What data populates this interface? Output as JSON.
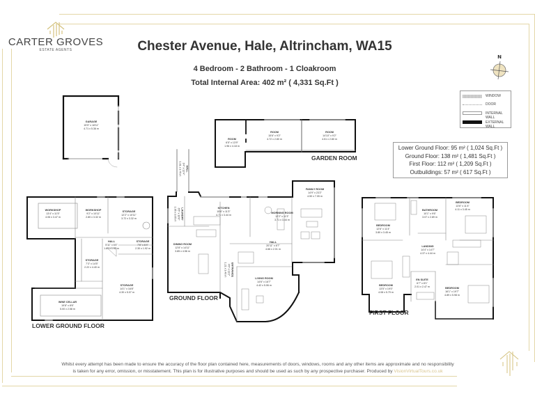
{
  "brand": {
    "name": "CARTER GROVES",
    "sub": "ESTATE AGENTS",
    "accent_color": "#d4c27e"
  },
  "header": {
    "title": "Chester Avenue, Hale, Altrincham, WA15",
    "subtitle": "4 Bedroom  -  2 Bathroom - 1 Cloakroom",
    "total_area": "Total Internal Area: 402 m² ( 4,331 Sq.Ft )"
  },
  "compass": {
    "label": "N"
  },
  "legend": {
    "items": [
      {
        "icon": "window-swatch",
        "label": "WINDOW"
      },
      {
        "icon": "door-swatch",
        "label": "DOOR"
      },
      {
        "icon": "internal-wall-swatch",
        "label": "INTERNAL WALL"
      },
      {
        "icon": "external-wall-swatch",
        "label": "EXTERNAL WALL"
      }
    ]
  },
  "areas": {
    "lower_ground": "Lower Ground Floor: 95 m² ( 1,024 Sq.Ft )",
    "ground": "Ground Floor: 138 m² ( 1,481 Sq.Ft )",
    "first": "First Floor: 112 m² ( 1,209 Sq.Ft )",
    "outbuildings": "Outbuildings: 57 m² ( 617 Sq.Ft )"
  },
  "floors": {
    "lower_ground": {
      "label": "LOWER GROUND FLOOR",
      "rooms": [
        {
          "name": "WORKSHOP",
          "imperial": "13'4\" x 11'5\"",
          "metric": "4.06 x 3.47 m"
        },
        {
          "name": "WORKSHOP",
          "imperial": "9'2\" x 10'11\"",
          "metric": "2.80 x 3.32 m"
        },
        {
          "name": "STORAGE",
          "imperial": "12'2\" x 10'11\"",
          "metric": "3.72 x 3.32 m"
        },
        {
          "name": "HALL",
          "imperial": "5'11\" x 6'4\"",
          "metric": "1.81 x 1.92 m"
        },
        {
          "name": "STORAGE",
          "imperial": "7'6\" x 6'4\"",
          "metric": "2.30 x 1.92 m"
        },
        {
          "name": "STORAGE",
          "imperial": "7'3\" x 14'5\"",
          "metric": "2.22 x 4.40 m"
        },
        {
          "name": "STORAGE",
          "imperial": "14'1\" x 16'8\"",
          "metric": "4.30 x 5.07 m"
        },
        {
          "name": "WINE CELLAR",
          "imperial": "19'8\" x 8'6\"",
          "metric": "5.00 x 2.58 m"
        }
      ]
    },
    "ground": {
      "label": "GROUND FLOOR",
      "rooms": [
        {
          "name": "HALL",
          "imperial": "3'4\" x 12'4\"",
          "metric": "1.01 x 3.75 m"
        },
        {
          "name": "LAUNDRY",
          "imperial": "6'5\" x 10'0\"",
          "metric": "1.95 x 3.05 m"
        },
        {
          "name": "KITCHEN",
          "imperial": "15'6\" x 11'3\"",
          "metric": "4.71 x 3.44 m"
        },
        {
          "name": "MORNING ROOM",
          "imperial": "12'2\" x 11'3\"",
          "metric": "3.71 x 3.44 m"
        },
        {
          "name": "FAMILY ROOM",
          "imperial": "14'9\" x 23'2\"",
          "metric": "4.50 x 7.05 m"
        },
        {
          "name": "DINING ROOM",
          "imperial": "12'8\" x 14'11\"",
          "metric": "3.85 x 4.56 m"
        },
        {
          "name": "HALL",
          "imperial": "20'11\" x 6'7\"",
          "metric": "4.66 x 2.01 m"
        },
        {
          "name": "ENTRANCE",
          "imperial": "4'0\" x 11'2\"",
          "metric": "1.21 x 3.40 m"
        },
        {
          "name": "LIVING ROOM",
          "imperial": "14'6\" x 16'7\"",
          "metric": "4.42 x 5.06 m"
        }
      ]
    },
    "first": {
      "label": "FIRST FLOOR",
      "rooms": [
        {
          "name": "BEDROOM",
          "imperial": "12'6\" x 11'4\"",
          "metric": "3.80 x 3.45 m"
        },
        {
          "name": "BATHROOM",
          "imperial": "10'1\" x 9'6\"",
          "metric": "3.07 x 2.89 m"
        },
        {
          "name": "BEDROOM",
          "imperial": "13'6\" x 11'4\"",
          "metric": "4.11 x 3.45 m"
        },
        {
          "name": "LANDING",
          "imperial": "14'4\" x 14'7\"",
          "metric": "4.37 x 4.44 m"
        },
        {
          "name": "BEDROOM",
          "imperial": "13'5\" x 19'0\"",
          "metric": "4.08 x 5.79 m"
        },
        {
          "name": "EN SUITE",
          "imperial": "6'7\" x 8'1\"",
          "metric": "2.01 x 2.47 m"
        },
        {
          "name": "BEDROOM",
          "imperial": "16'1\" x 19'7\"",
          "metric": "4.89 x 5.98 m"
        }
      ]
    },
    "outbuildings": {
      "garden_room_label": "GARDEN ROOM",
      "rooms": [
        {
          "name": "GARAGE",
          "imperial": "15'5\" x 18'11\"",
          "metric": "4.71 x 5.36 m"
        },
        {
          "name": "ROOM",
          "imperial": "6'5\" x 13'9\"",
          "metric": "1.96 x 4.18 m"
        },
        {
          "name": "ROOM",
          "imperial": "15'6\" x 9'2\"",
          "metric": "4.72 x 2.80 m"
        },
        {
          "name": "ROOM",
          "imperial": "14'10\" x 9'2\"",
          "metric": "4.51 x 2.80 m"
        }
      ]
    }
  },
  "footer": {
    "disclaimer_line1": "Whilst every attempt has been made to ensure the accuracy of the floor plan contained here, measurements of doors, windows, rooms and any other items are approximate and no responsibility",
    "disclaimer_line2": "is taken for any error, omission, or misstatement. This plan is for illustrative purposes and should be used as such by any prospective purchaser. Produced by ",
    "producer_link": "VisionVirtualTours.co.uk"
  }
}
